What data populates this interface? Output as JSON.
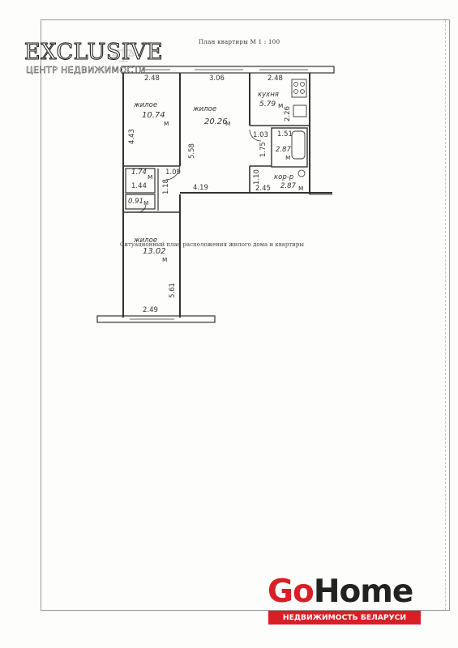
{
  "document": {
    "title": "План квартиры  М 1 : 100",
    "situation_caption": "Ситуационный план расположения жилого дома и квартиры"
  },
  "watermark": {
    "brand": "EXCLUSIVE",
    "tagline": "ЦЕНТР НЕДВИЖИМОСТИ"
  },
  "rooms": {
    "living_left": {
      "name": "жилое",
      "area": "10.74",
      "unit": "м"
    },
    "living_main": {
      "name": "жилое",
      "area": "20.26",
      "unit": "м"
    },
    "kitchen": {
      "name": "кухня",
      "area": "5.79",
      "unit": "м"
    },
    "bath": {
      "name": "",
      "area": "2.87",
      "unit": "м"
    },
    "corridor": {
      "name": "кор-р",
      "area": "2.87",
      "unit": "м"
    },
    "small_1": {
      "area": "1.74",
      "unit": "м"
    },
    "small_2": {
      "area": "0.91",
      "unit": "м"
    },
    "living_bottom": {
      "name": "жилое",
      "area": "13.02",
      "unit": "м"
    }
  },
  "dimensions": {
    "d_2_48_left": "2.48",
    "d_3_06": "3.06",
    "d_2_48_right": "2.48",
    "d_4_43": "4.43",
    "d_5_58": "5.58",
    "d_2_26": "2.26",
    "d_1_51": "1.51",
    "d_1_03": "1.03",
    "d_1_75": "1.75",
    "d_1_09": "1.09",
    "d_1_44": "1.44",
    "d_1_18": "1.18",
    "d_4_19": "4.19",
    "d_1_10": "1.10",
    "d_2_45": "2.45",
    "d_5_61": "5.61",
    "d_2_49": "2.49"
  },
  "agency": {
    "go": "Go",
    "home": "Home",
    "subtitle": "НЕДВИЖИМОСТЬ БЕЛАРУСИ"
  },
  "colors": {
    "ink": "#2a2a2a",
    "gohome_red": "#d81f26"
  }
}
